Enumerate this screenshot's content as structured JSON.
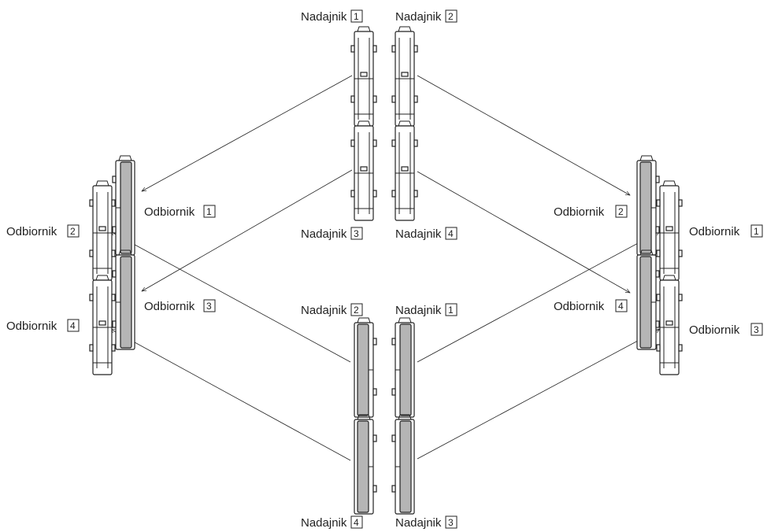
{
  "labels": {
    "top": {
      "tx1": "Nadajnik",
      "tx1_n": "1",
      "tx2": "Nadajnik",
      "tx2_n": "2",
      "tx3": "Nadajnik",
      "tx3_n": "3",
      "tx4": "Nadajnik",
      "tx4_n": "4"
    },
    "bottom": {
      "tx2": "Nadajnik",
      "tx2_n": "2",
      "tx1": "Nadajnik",
      "tx1_n": "1",
      "tx4": "Nadajnik",
      "tx4_n": "4",
      "tx3": "Nadajnik",
      "tx3_n": "3"
    },
    "left": {
      "rx1": "Odbiornik",
      "rx1_n": "1",
      "rx2": "Odbiornik",
      "rx2_n": "2",
      "rx3": "Odbiornik",
      "rx3_n": "3",
      "rx4": "Odbiornik",
      "rx4_n": "4"
    },
    "right": {
      "rx2": "Odbiornik",
      "rx2_n": "2",
      "rx1": "Odbiornik",
      "rx1_n": "1",
      "rx4": "Odbiornik",
      "rx4_n": "4",
      "rx3": "Odbiornik",
      "rx3_n": "3"
    }
  }
}
